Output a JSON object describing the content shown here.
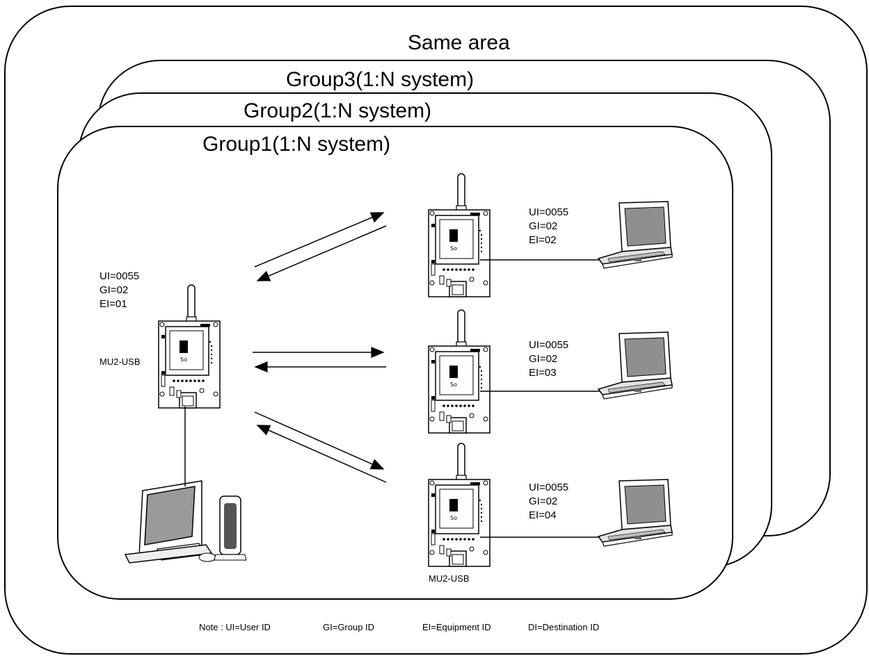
{
  "area_title": "Same area",
  "groups": [
    {
      "label": "Group3(1:N system)"
    },
    {
      "label": "Group2(1:N system)"
    },
    {
      "label": "Group1(1:N system)"
    }
  ],
  "master": {
    "ui": "UI=0055",
    "gi": "GI=02",
    "ei": "EI=01",
    "model": "MU2-USB"
  },
  "slaves": [
    {
      "ui": "UI=0055",
      "gi": "GI=02",
      "ei": "EI=02"
    },
    {
      "ui": "UI=0055",
      "gi": "GI=02",
      "ei": "EI=03"
    },
    {
      "ui": "UI=0055",
      "gi": "GI=02",
      "ei": "EI=04"
    }
  ],
  "slave_model": "MU2-USB",
  "note": {
    "prefix": "Note : UI=User ID",
    "gi": "GI=Group ID",
    "ei": "EI=Equipment ID",
    "di": "DI=Destination ID"
  },
  "icons": [
    "radio-module-icon",
    "laptop-icon",
    "desktop-pc-icon",
    "arrow-icon"
  ]
}
